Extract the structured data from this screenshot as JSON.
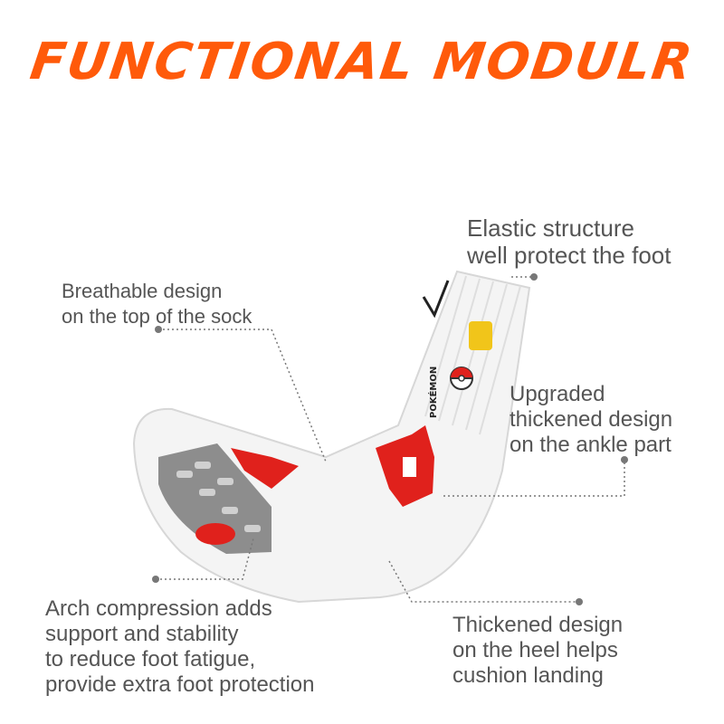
{
  "title": "FUNCTIONAL MODULR",
  "callouts": {
    "elastic": [
      "Elastic structure",
      "well protect the foot"
    ],
    "breathable": [
      "Breathable design",
      "on the top of the sock"
    ],
    "ankle": [
      "Upgraded",
      "thickened design",
      "on the ankle part"
    ],
    "arch": [
      "Arch compression adds",
      "support and stability",
      "to reduce foot fatigue,",
      "provide extra foot protection"
    ],
    "heel": [
      "Thickened design",
      "on the heel helps",
      "cushion landing"
    ]
  },
  "sock_brand_text": "POKÉMON",
  "colors": {
    "title": "#ff5a0a",
    "text": "#555555",
    "leader": "#777777",
    "accent_red": "#e0211c"
  }
}
